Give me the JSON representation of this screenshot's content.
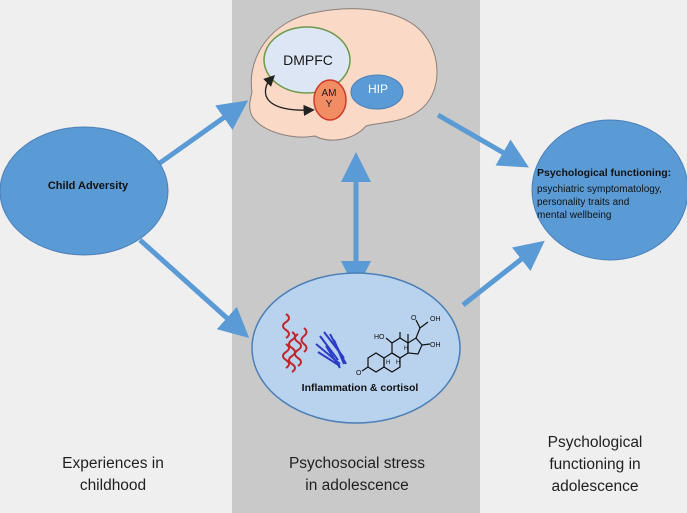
{
  "columns": {
    "left_caption": [
      "Experiences in",
      "childhood"
    ],
    "middle_caption": [
      "Psychosocial stress",
      "in adolescence"
    ],
    "right_caption": [
      "Psychological",
      "functioning in",
      "adolescence"
    ]
  },
  "nodes": {
    "child_adversity": "Child Adversity",
    "psych_title": "Psychological functioning:",
    "psych_lines": [
      "psychiatric symptomatology,",
      "personality traits and",
      "mental wellbeing"
    ],
    "inflammation": "Inflammation & cortisol"
  },
  "brain": {
    "dmpfc": "DMPFC",
    "amy_line1": "AM",
    "amy_line2": "Y",
    "hip": "HIP"
  },
  "molecule_labels": {
    "oh1": "OH",
    "oh2": "HO",
    "oh3": "OH",
    "ketone": "O",
    "h1": "H",
    "h2": "H",
    "h3": "H",
    "o_top": "O"
  },
  "colors": {
    "node_blue": "#5b9bd5",
    "node_dark": "#4a7fb8",
    "arrow": "#5b9bd5",
    "brain": "#fbd9c7",
    "amy": "#f28d63",
    "inflam_fill": "#b9d3ee"
  }
}
